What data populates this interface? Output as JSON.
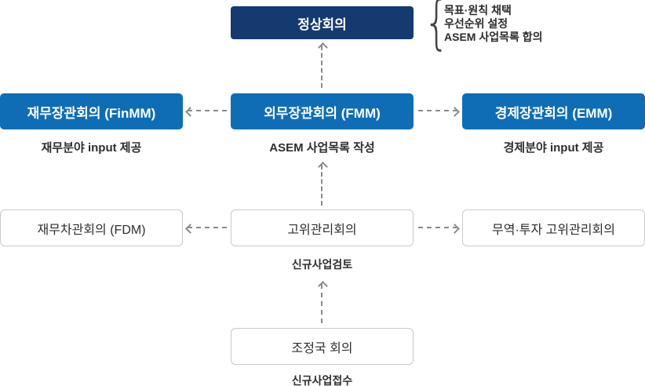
{
  "colors": {
    "navy": "#153a70",
    "blue": "#0f6db6",
    "border": "#c9c9c9",
    "text": "#2e2e2e",
    "arrow": "#8a8a8a",
    "white": "#ffffff"
  },
  "summit": {
    "label": "정상회의",
    "brace": "{",
    "notes": [
      "목표·원칙 채택",
      "우선순위 설정",
      "ASEM 사업목록 합의"
    ]
  },
  "ministerial": {
    "left": {
      "label": "재무장관회의 (FinMM)",
      "caption": "재무분야 input 제공"
    },
    "center": {
      "label": "외무장관회의 (FMM)",
      "caption": "ASEM 사업목록 작성"
    },
    "right": {
      "label": "경제장관회의 (EMM)",
      "caption": "경제분야 input 제공"
    }
  },
  "senior": {
    "left": {
      "label": "재무차관회의 (FDM)"
    },
    "center": {
      "label": "고위관리회의",
      "caption": "신규사업검토"
    },
    "right": {
      "label": "무역·투자 고위관리회의"
    }
  },
  "coordinator": {
    "label": "조정국 회의",
    "caption": "신규사업접수"
  }
}
